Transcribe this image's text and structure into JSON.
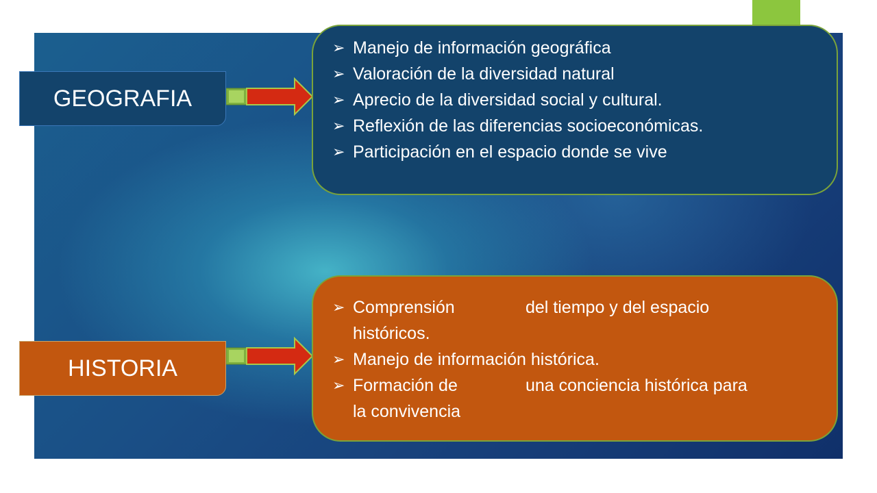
{
  "geografia": {
    "label": "GEOGRAFIA",
    "items": [
      "Manejo de información geográfica",
      "Valoración de la diversidad natural",
      "Aprecio de la diversidad social y cultural.",
      "Reflexión de las diferencias socioeconómicas.",
      "Participación en el espacio donde se vive"
    ]
  },
  "historia": {
    "label": "HISTORIA",
    "items": [
      {
        "part1": "Comprensión",
        "part2": "del tiempo y del espacio",
        "cont": "históricos."
      },
      {
        "text": "Manejo de información histórica."
      },
      {
        "part1": "Formación de",
        "part2": "una conciencia histórica para",
        "cont": "la convivencia"
      }
    ]
  },
  "bullet_glyph": "➢",
  "colors": {
    "geo_fill": "#13436b",
    "hist_fill": "#c2570f",
    "arrow_fill": "#d42a12",
    "arrow_stem": "#8cc63e",
    "accent": "#8cc63e"
  }
}
